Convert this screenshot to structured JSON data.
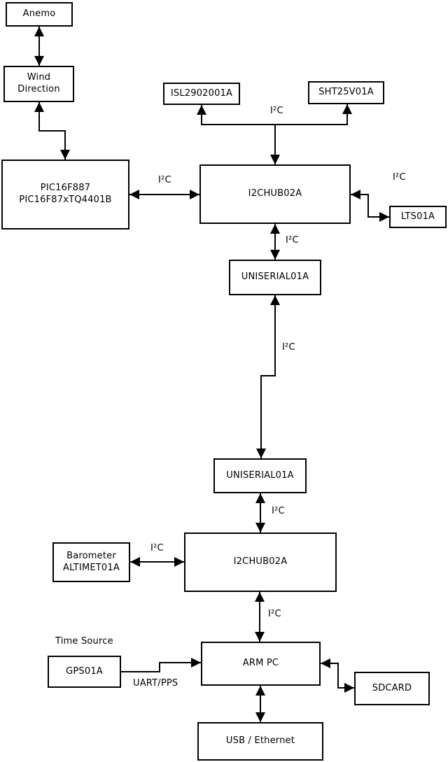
{
  "diagram": {
    "type": "block-diagram",
    "background": "#ffffff",
    "line_color": "#000000",
    "nodes": {
      "anemo": {
        "label": "Anemo"
      },
      "wind_direction": {
        "label": "Wind\nDirection"
      },
      "pic": {
        "label": "PIC16F887\nPIC16F87xTQ4401B"
      },
      "isl": {
        "label": "ISL2902001A"
      },
      "sht": {
        "label": "SHT25V01A"
      },
      "i2chub_top": {
        "label": "I2CHUB02A"
      },
      "lts": {
        "label": "LTS01A"
      },
      "uniserial_top": {
        "label": "UNISERIAL01A"
      },
      "uniserial_bottom": {
        "label": "UNISERIAL01A"
      },
      "barometer": {
        "label": "Barometer\nALTIMET01A"
      },
      "i2chub_bottom": {
        "label": "I2CHUB02A"
      },
      "arm_pc": {
        "label": "ARM PC"
      },
      "gps": {
        "label": "GPS01A"
      },
      "sdcard": {
        "label": "SDCARD"
      },
      "usb_ethernet": {
        "label": "USB / Ethernet"
      }
    },
    "labels": {
      "i2c": "I²C",
      "uart_pps": "UART/PPS",
      "time_source": "Time Source"
    },
    "edges": [
      {
        "from": "anemo",
        "to": "wind_direction",
        "arrows": "both",
        "label": ""
      },
      {
        "from": "wind_direction",
        "to": "pic",
        "arrows": "both",
        "label": ""
      },
      {
        "from": "pic",
        "to": "i2chub_top",
        "arrows": "both",
        "label": "I²C"
      },
      {
        "from": "i2chub_top",
        "to": "isl",
        "arrows": "end",
        "label": "I²C"
      },
      {
        "from": "i2chub_top",
        "to": "sht",
        "arrows": "end",
        "label": "I²C"
      },
      {
        "from": "i2chub_top",
        "to": "lts",
        "arrows": "both",
        "label": "I²C"
      },
      {
        "from": "i2chub_top",
        "to": "uniserial_top",
        "arrows": "both",
        "label": "I²C"
      },
      {
        "from": "uniserial_top",
        "to": "uniserial_bottom",
        "arrows": "both",
        "label": "I²C"
      },
      {
        "from": "uniserial_bottom",
        "to": "i2chub_bottom",
        "arrows": "both",
        "label": "I²C"
      },
      {
        "from": "barometer",
        "to": "i2chub_bottom",
        "arrows": "both",
        "label": "I²C"
      },
      {
        "from": "i2chub_bottom",
        "to": "arm_pc",
        "arrows": "both",
        "label": "I²C"
      },
      {
        "from": "gps",
        "to": "arm_pc",
        "arrows": "end",
        "label": "UART/PPS"
      },
      {
        "from": "arm_pc",
        "to": "sdcard",
        "arrows": "both",
        "label": ""
      },
      {
        "from": "arm_pc",
        "to": "usb_ethernet",
        "arrows": "both",
        "label": ""
      }
    ]
  }
}
